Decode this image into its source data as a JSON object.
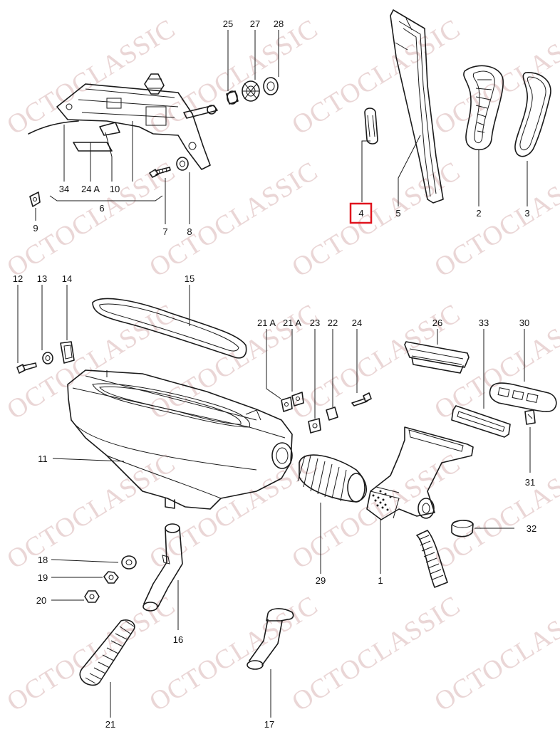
{
  "watermark": {
    "text": "OCTOCLASSIC",
    "color": "#ead6d6"
  },
  "highlight": {
    "part": "4",
    "color": "#e0141e"
  },
  "callouts": [
    {
      "id": "c25",
      "label": "25"
    },
    {
      "id": "c27",
      "label": "27"
    },
    {
      "id": "c28",
      "label": "28"
    },
    {
      "id": "c34",
      "label": "34"
    },
    {
      "id": "c24a_top",
      "label": "24 A"
    },
    {
      "id": "c10",
      "label": "10"
    },
    {
      "id": "c6",
      "label": "6"
    },
    {
      "id": "c9",
      "label": "9"
    },
    {
      "id": "c7",
      "label": "7"
    },
    {
      "id": "c8",
      "label": "8"
    },
    {
      "id": "c4",
      "label": "4"
    },
    {
      "id": "c5",
      "label": "5"
    },
    {
      "id": "c2",
      "label": "2"
    },
    {
      "id": "c3",
      "label": "3"
    },
    {
      "id": "c12",
      "label": "12"
    },
    {
      "id": "c13",
      "label": "13"
    },
    {
      "id": "c14",
      "label": "14"
    },
    {
      "id": "c15",
      "label": "15"
    },
    {
      "id": "c21a_1",
      "label": "21 A"
    },
    {
      "id": "c21a_2",
      "label": "21 A"
    },
    {
      "id": "c23",
      "label": "23"
    },
    {
      "id": "c22",
      "label": "22"
    },
    {
      "id": "c24",
      "label": "24"
    },
    {
      "id": "c26",
      "label": "26"
    },
    {
      "id": "c33",
      "label": "33"
    },
    {
      "id": "c30",
      "label": "30"
    },
    {
      "id": "c31",
      "label": "31"
    },
    {
      "id": "c11",
      "label": "11"
    },
    {
      "id": "c32",
      "label": "32"
    },
    {
      "id": "c29",
      "label": "29"
    },
    {
      "id": "c1",
      "label": "1"
    },
    {
      "id": "c18",
      "label": "18"
    },
    {
      "id": "c19",
      "label": "19"
    },
    {
      "id": "c20",
      "label": "20"
    },
    {
      "id": "c16",
      "label": "16"
    },
    {
      "id": "c21",
      "label": "21"
    },
    {
      "id": "c17",
      "label": "17"
    }
  ]
}
